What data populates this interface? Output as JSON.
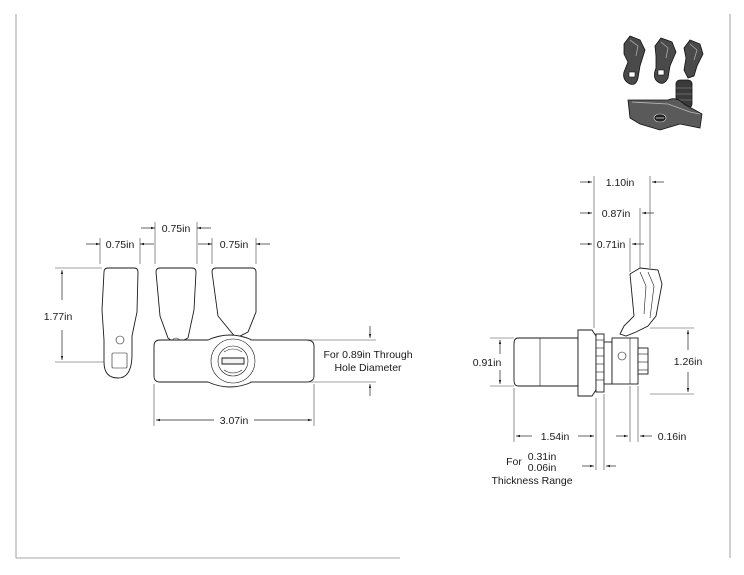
{
  "front_view": {
    "cam_spacing_1": "0.75in",
    "cam_spacing_2": "0.75in",
    "cam_spacing_3": "0.75in",
    "cam_height": "1.77in",
    "handle_width": "3.07in",
    "hole_note_line1": "For 0.89in Through",
    "hole_note_line2": "Hole Diameter"
  },
  "side_view": {
    "overall_depth": "1.10in",
    "cam_offset_1": "0.87in",
    "cam_offset_2": "0.71in",
    "body_height": "0.91in",
    "flange_height": "1.26in",
    "handle_depth": "1.54in",
    "stud_length": "0.16in",
    "thickness_prefix": "For",
    "thickness_max": "0.31in",
    "thickness_min": "0.06in",
    "thickness_label": "Thickness Range"
  },
  "colors": {
    "line": "#1a1a1a",
    "iso_fill": "#4a4a4a"
  }
}
